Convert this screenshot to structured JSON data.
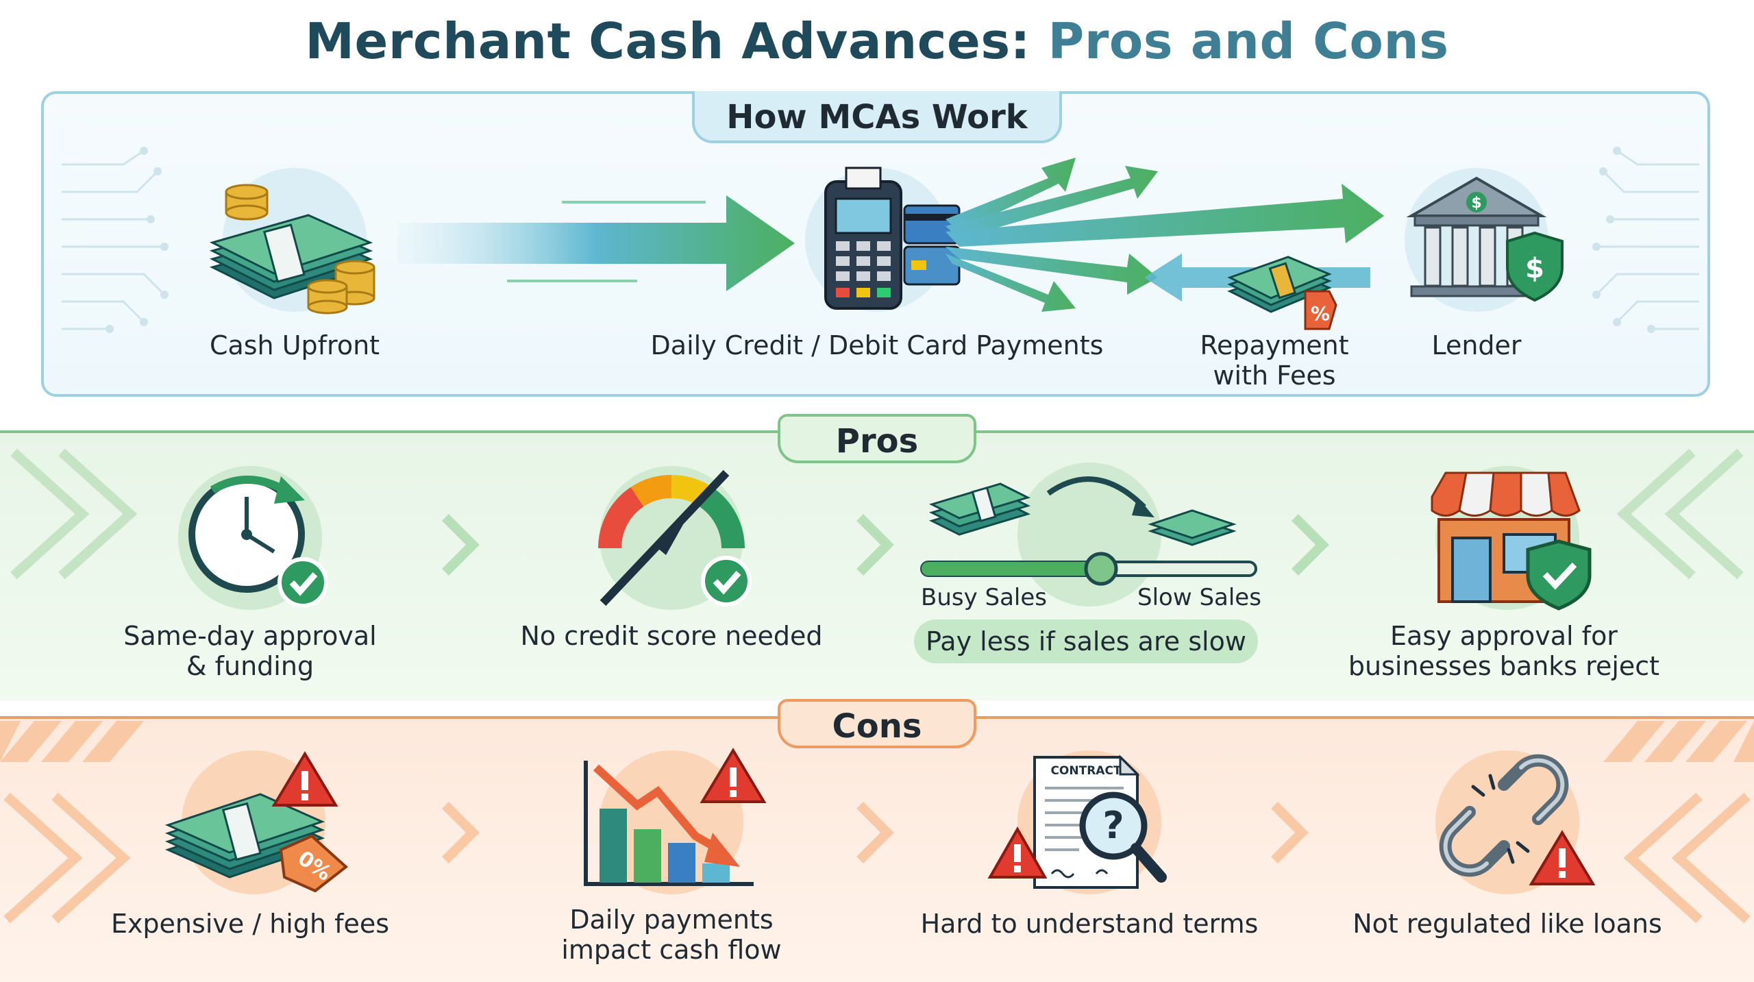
{
  "title": {
    "part1": "Merchant Cash Advances:",
    "part2": "Pros and Cons"
  },
  "how": {
    "heading": "How MCAs Work",
    "steps": [
      {
        "label": "Cash Upfront",
        "icon": "cash-stack-icon"
      },
      {
        "label": "Daily Credit / Debit Card Payments",
        "icon": "card-terminal-icon"
      },
      {
        "label": "Repayment with Fees",
        "icon": "money-fee-icon"
      },
      {
        "label": "Lender",
        "icon": "bank-icon"
      }
    ]
  },
  "pros": {
    "heading": "Pros",
    "items": [
      {
        "label": "Same-day approval & funding",
        "icon": "clock-check-icon"
      },
      {
        "label": "No credit score needed",
        "icon": "credit-gauge-icon"
      },
      {
        "label": "Pay less if sales are slow",
        "icon": "sales-slider-icon",
        "slider_left": "Busy Sales",
        "slider_right": "Slow Sales"
      },
      {
        "label": "Easy approval for businesses banks reject",
        "icon": "storefront-shield-icon"
      }
    ]
  },
  "cons": {
    "heading": "Cons",
    "items": [
      {
        "label": "Expensive / high fees",
        "icon": "money-warning-icon",
        "tag": "0%"
      },
      {
        "label": "Daily payments impact cash flow",
        "icon": "declining-chart-icon"
      },
      {
        "label": "Hard to understand terms",
        "icon": "contract-search-icon",
        "doc_title": "CONTRACT"
      },
      {
        "label": "Not regulated like loans",
        "icon": "broken-chain-icon"
      }
    ]
  },
  "colors": {
    "title_dark": "#1f4a5c",
    "title_accent": "#3f7f95",
    "pros_green": "#7fc489",
    "cons_orange": "#ef9a5e",
    "how_blue": "#9ed0e4"
  }
}
